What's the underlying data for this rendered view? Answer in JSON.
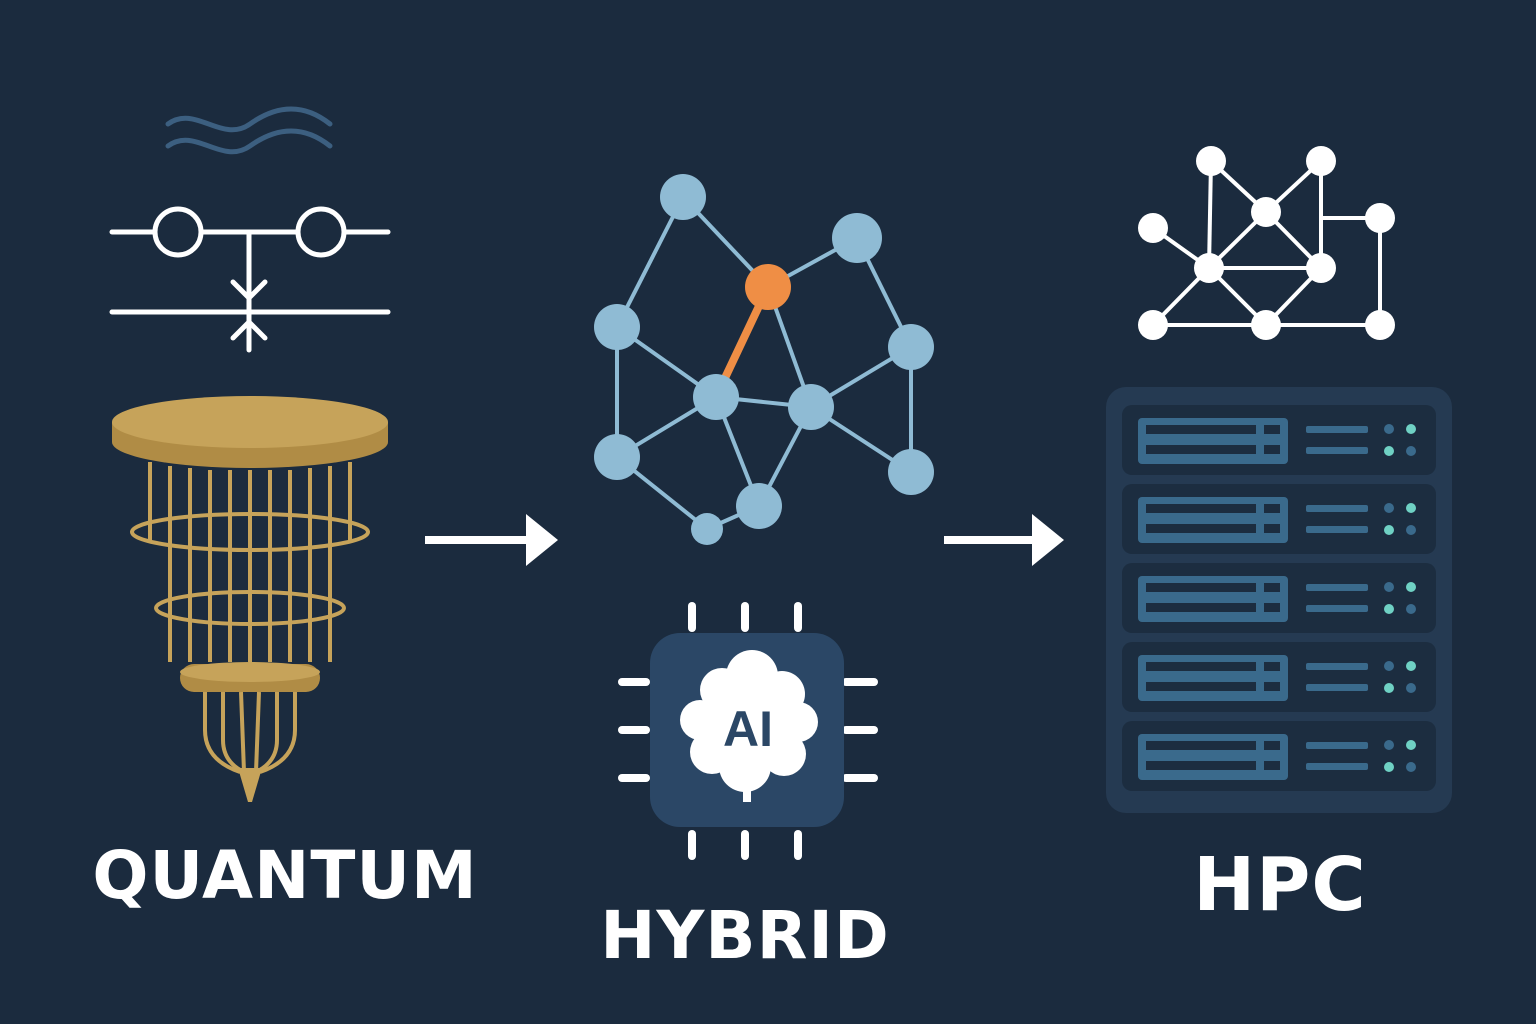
{
  "labels": {
    "quantum": "QUANTUM",
    "hybrid": "HYBRID",
    "hpc": "HPC"
  },
  "chip_text": "AI",
  "icons": {
    "quantum": [
      "wave-icon",
      "quantum-circuit-icon",
      "dilution-refrigerator-icon"
    ],
    "hybrid": [
      "network-graph-icon",
      "ai-chip-icon",
      "brain-icon"
    ],
    "hpc": [
      "network-graph-icon",
      "server-rack-icon"
    ],
    "arrows": [
      "arrow-right-icon",
      "arrow-right-icon"
    ]
  },
  "colors": {
    "background": "#1b2b3e",
    "gold": "#c6a35a",
    "gold_dark": "#b08c45",
    "node_blue": "#8fbbd4",
    "highlight_orange": "#ef8e45",
    "white": "#ffffff",
    "chip_fill": "#2b4766",
    "rack_fill": "#253a52",
    "rack_unit": "#1c2d40",
    "rack_panel": "#3a6a8c",
    "rack_light": "#6fd1c4",
    "wave": "#3c5f80"
  }
}
